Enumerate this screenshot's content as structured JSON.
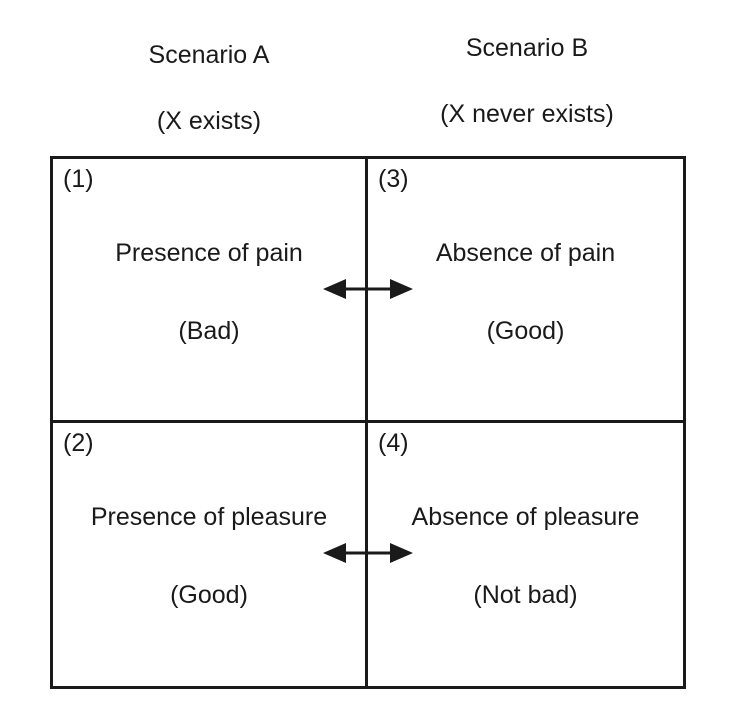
{
  "headers": {
    "scenario_a": {
      "title": "Scenario A",
      "subtitle": "(X exists)"
    },
    "scenario_b": {
      "title": "Scenario B",
      "subtitle": "(X never exists)"
    }
  },
  "quadrants": [
    {
      "number": "(1)",
      "label": "Presence of pain",
      "valuation": "(Bad)"
    },
    {
      "number": "(3)",
      "label": "Absence of pain",
      "valuation": "(Good)"
    },
    {
      "number": "(2)",
      "label": "Presence of pleasure",
      "valuation": "(Good)"
    },
    {
      "number": "(4)",
      "label": "Absence of pleasure",
      "valuation": "(Not bad)"
    }
  ],
  "icons": {
    "top_arrow": "double-headed-arrow-icon",
    "bottom_arrow": "double-headed-arrow-icon"
  },
  "colors": {
    "background": "#ffffff",
    "line": "#1a1a1a",
    "text": "#1a1a1a"
  }
}
